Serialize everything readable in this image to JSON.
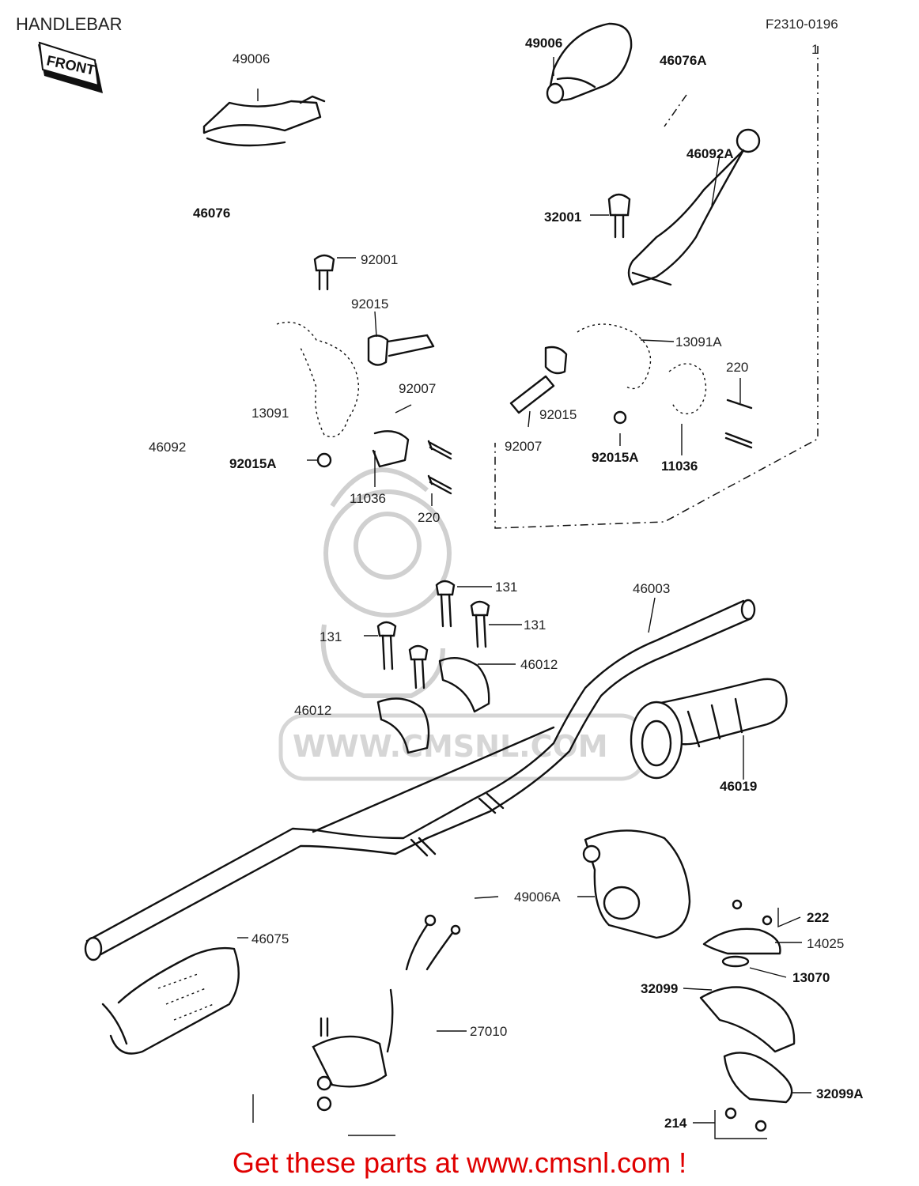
{
  "title": "HANDLEBAR",
  "figure_code": "F2310-0196",
  "front_marker": "FRONT",
  "watermark": "WWW.CMSNL.COM",
  "footer": "Get these parts at www.cmsnl.com !",
  "labels": {
    "p49006_left": "49006",
    "p49006_right": "49006",
    "p46076A": "46076A",
    "p46092A": "46092A",
    "p46076": "46076",
    "p32001": "32001",
    "p92001": "92001",
    "p92015_left": "92015",
    "p13091A": "13091A",
    "p220_right": "220",
    "p92007_left": "92007",
    "p13091": "13091",
    "p92015_right": "92015",
    "p46092": "46092",
    "p92015A_left": "92015A",
    "p92007_right": "92007",
    "p92015A_right": "92015A",
    "p11036_right": "11036",
    "p11036_left": "11036",
    "p220_left": "220",
    "p131_top": "131",
    "p46003": "46003",
    "p131_right": "131",
    "p131_left": "131",
    "p46012_right": "46012",
    "p46012_left": "46012",
    "p46019": "46019",
    "p49006A": "49006A",
    "p222": "222",
    "p46075": "46075",
    "p14025": "14025",
    "p13070": "13070",
    "p32099": "32099",
    "p27010": "27010",
    "p32099A": "32099A",
    "p214": "214",
    "p1": "1"
  }
}
